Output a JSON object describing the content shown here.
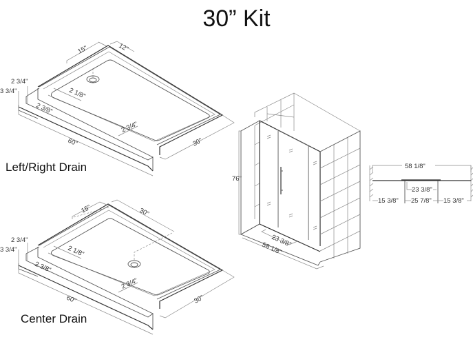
{
  "title": "30” Kit",
  "trays": [
    {
      "caption": "Left/Right Drain",
      "dims": {
        "drain_offset_long": "15\"",
        "drain_offset_short": "12\"",
        "height_inner": "2 3/4\"",
        "height_outer": "3 3/4\"",
        "rim_side": "2 1/8\"",
        "rim_front": "2 3/8\"",
        "threshold": "2 3/4\"",
        "length": "60\"",
        "width": "30\""
      }
    },
    {
      "caption": "Center Drain",
      "dims": {
        "drain_offset_long": "15\"",
        "drain_offset_short": "30\"",
        "height_inner": "2 3/4\"",
        "height_outer": "3 3/4\"",
        "rim_side": "2 1/8\"",
        "rim_front": "2 3/8\"",
        "threshold": "2 3/4\"",
        "length": "60\"",
        "width": "30\""
      }
    }
  ],
  "door": {
    "height": "76\"",
    "opening": "23 3/8\"",
    "width": "58 1/8\""
  },
  "plan": {
    "total": "58 1/8\"",
    "opening": "23 3/8\"",
    "left_panel": "15 3/8\"",
    "door_panel": "25 7/8\"",
    "right_panel": "15 3/8\""
  }
}
